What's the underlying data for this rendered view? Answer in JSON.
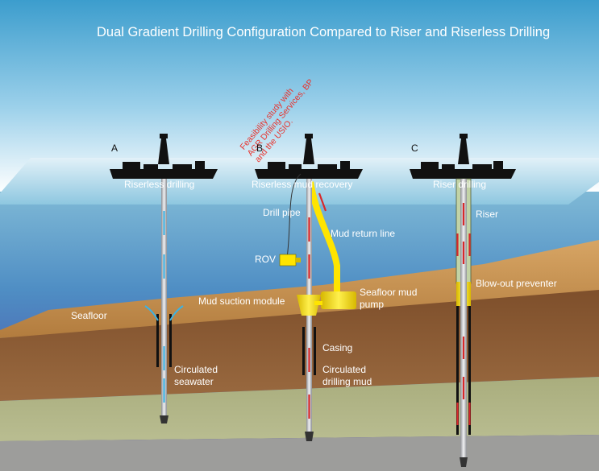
{
  "title": "Dual Gradient Drilling Configuration Compared to Riser and Riserless Drilling",
  "colors": {
    "sky_top": "#3fa0cf",
    "sky_bottom": "#ffffff",
    "sea_surface": "#a9d4e6",
    "water_deep": "#4b3f95",
    "seafloor_sediment": "#c9914f",
    "formation_brown": "#8a5a33",
    "formation_green": "#a8ad7f",
    "formation_grey": "#9b9b99",
    "mud_line": "#ffe400",
    "flow_arrow_water": "#3ab4e6",
    "flow_arrow_mud": "#d8282a",
    "note_text": "#e8322c"
  },
  "panels": [
    {
      "letter": "A",
      "name": "Riserless drilling"
    },
    {
      "letter": "B",
      "name": "Riserless mud recovery"
    },
    {
      "letter": "C",
      "name": "Riser drilling"
    }
  ],
  "annotation": {
    "lines": [
      "Feasibility study with",
      "AGR Drilling Services, BP",
      "and the USIO."
    ]
  },
  "labels": {
    "seafloor": "Seafloor",
    "circulated_seawater": "Circulated seawater",
    "drill_pipe": "Drill pipe",
    "mud_return_line": "Mud return line",
    "rov": "ROV",
    "mud_suction_module": "Mud suction module",
    "seafloor_mud_pump": "Seafloor mud pump",
    "casing": "Casing",
    "circulated_drilling_mud": "Circulated drilling mud",
    "riser": "Riser",
    "blow_out_preventer": "Blow-out preventer"
  }
}
